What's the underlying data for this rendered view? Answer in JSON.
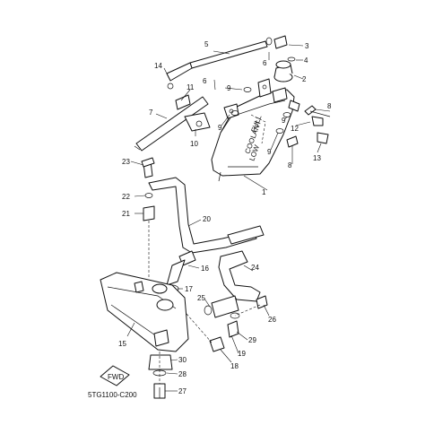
{
  "diagram": {
    "code": "5TG1100-C200",
    "tank_text": [
      "FULL",
      "COOLANT",
      "LOW"
    ],
    "fwd_label": "FWD",
    "callouts": [
      {
        "id": "c1",
        "label": "1"
      },
      {
        "id": "c2",
        "label": "2"
      },
      {
        "id": "c3",
        "label": "3"
      },
      {
        "id": "c4",
        "label": "4"
      },
      {
        "id": "c5",
        "label": "5"
      },
      {
        "id": "c6a",
        "label": "6"
      },
      {
        "id": "c6b",
        "label": "6"
      },
      {
        "id": "c7",
        "label": "7"
      },
      {
        "id": "c8a",
        "label": "8"
      },
      {
        "id": "c8b",
        "label": "8"
      },
      {
        "id": "c9a",
        "label": "9"
      },
      {
        "id": "c9b",
        "label": "9"
      },
      {
        "id": "c9c",
        "label": "9"
      },
      {
        "id": "c9d",
        "label": "9"
      },
      {
        "id": "c10",
        "label": "10"
      },
      {
        "id": "c11",
        "label": "11"
      },
      {
        "id": "c12",
        "label": "12"
      },
      {
        "id": "c13",
        "label": "13"
      },
      {
        "id": "c14",
        "label": "14"
      },
      {
        "id": "c15",
        "label": "15"
      },
      {
        "id": "c16",
        "label": "16"
      },
      {
        "id": "c17",
        "label": "17"
      },
      {
        "id": "c18",
        "label": "18"
      },
      {
        "id": "c19",
        "label": "19"
      },
      {
        "id": "c20",
        "label": "20"
      },
      {
        "id": "c21",
        "label": "21"
      },
      {
        "id": "c22",
        "label": "22"
      },
      {
        "id": "c23",
        "label": "23"
      },
      {
        "id": "c24",
        "label": "24"
      },
      {
        "id": "c25",
        "label": "25"
      },
      {
        "id": "c26",
        "label": "26"
      },
      {
        "id": "c27",
        "label": "27"
      },
      {
        "id": "c28",
        "label": "28"
      },
      {
        "id": "c29",
        "label": "29"
      },
      {
        "id": "c30",
        "label": "30"
      }
    ]
  }
}
